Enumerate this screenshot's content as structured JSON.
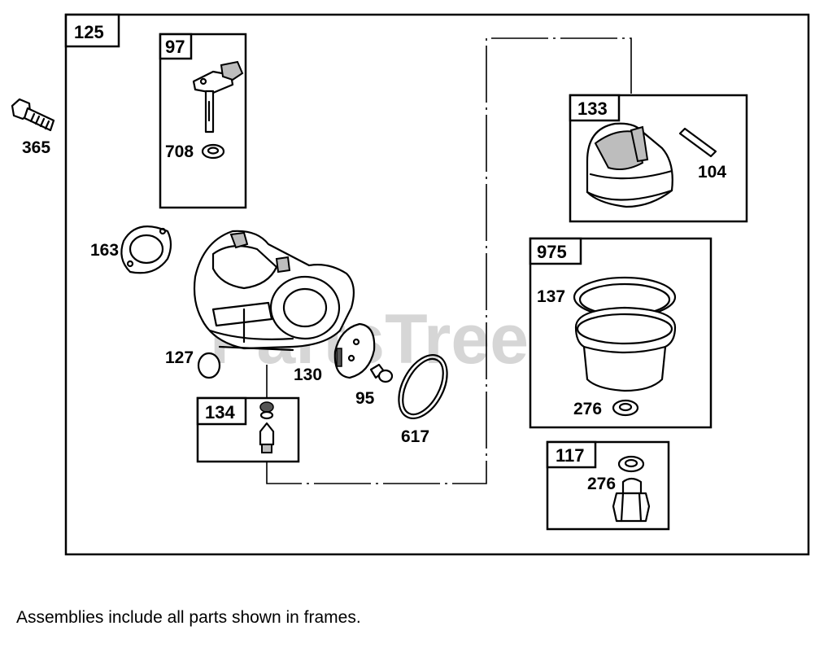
{
  "watermark": "PartsTree",
  "frames": {
    "main": "125",
    "throttle_shaft": "97",
    "float": "133",
    "float_bowl": "975",
    "inlet_needle": "134",
    "bowl_nut": "117"
  },
  "callouts": {
    "bolt": "365",
    "shaft_washer": "708",
    "gasket_left": "163",
    "welch_plug": "127",
    "throttle_plate": "130",
    "screw": "95",
    "o_ring": "617",
    "pin": "104",
    "bowl_gasket": "137",
    "washer_bowl": "276",
    "washer_nut": "276"
  },
  "footnote": "Assemblies include all parts shown in frames."
}
